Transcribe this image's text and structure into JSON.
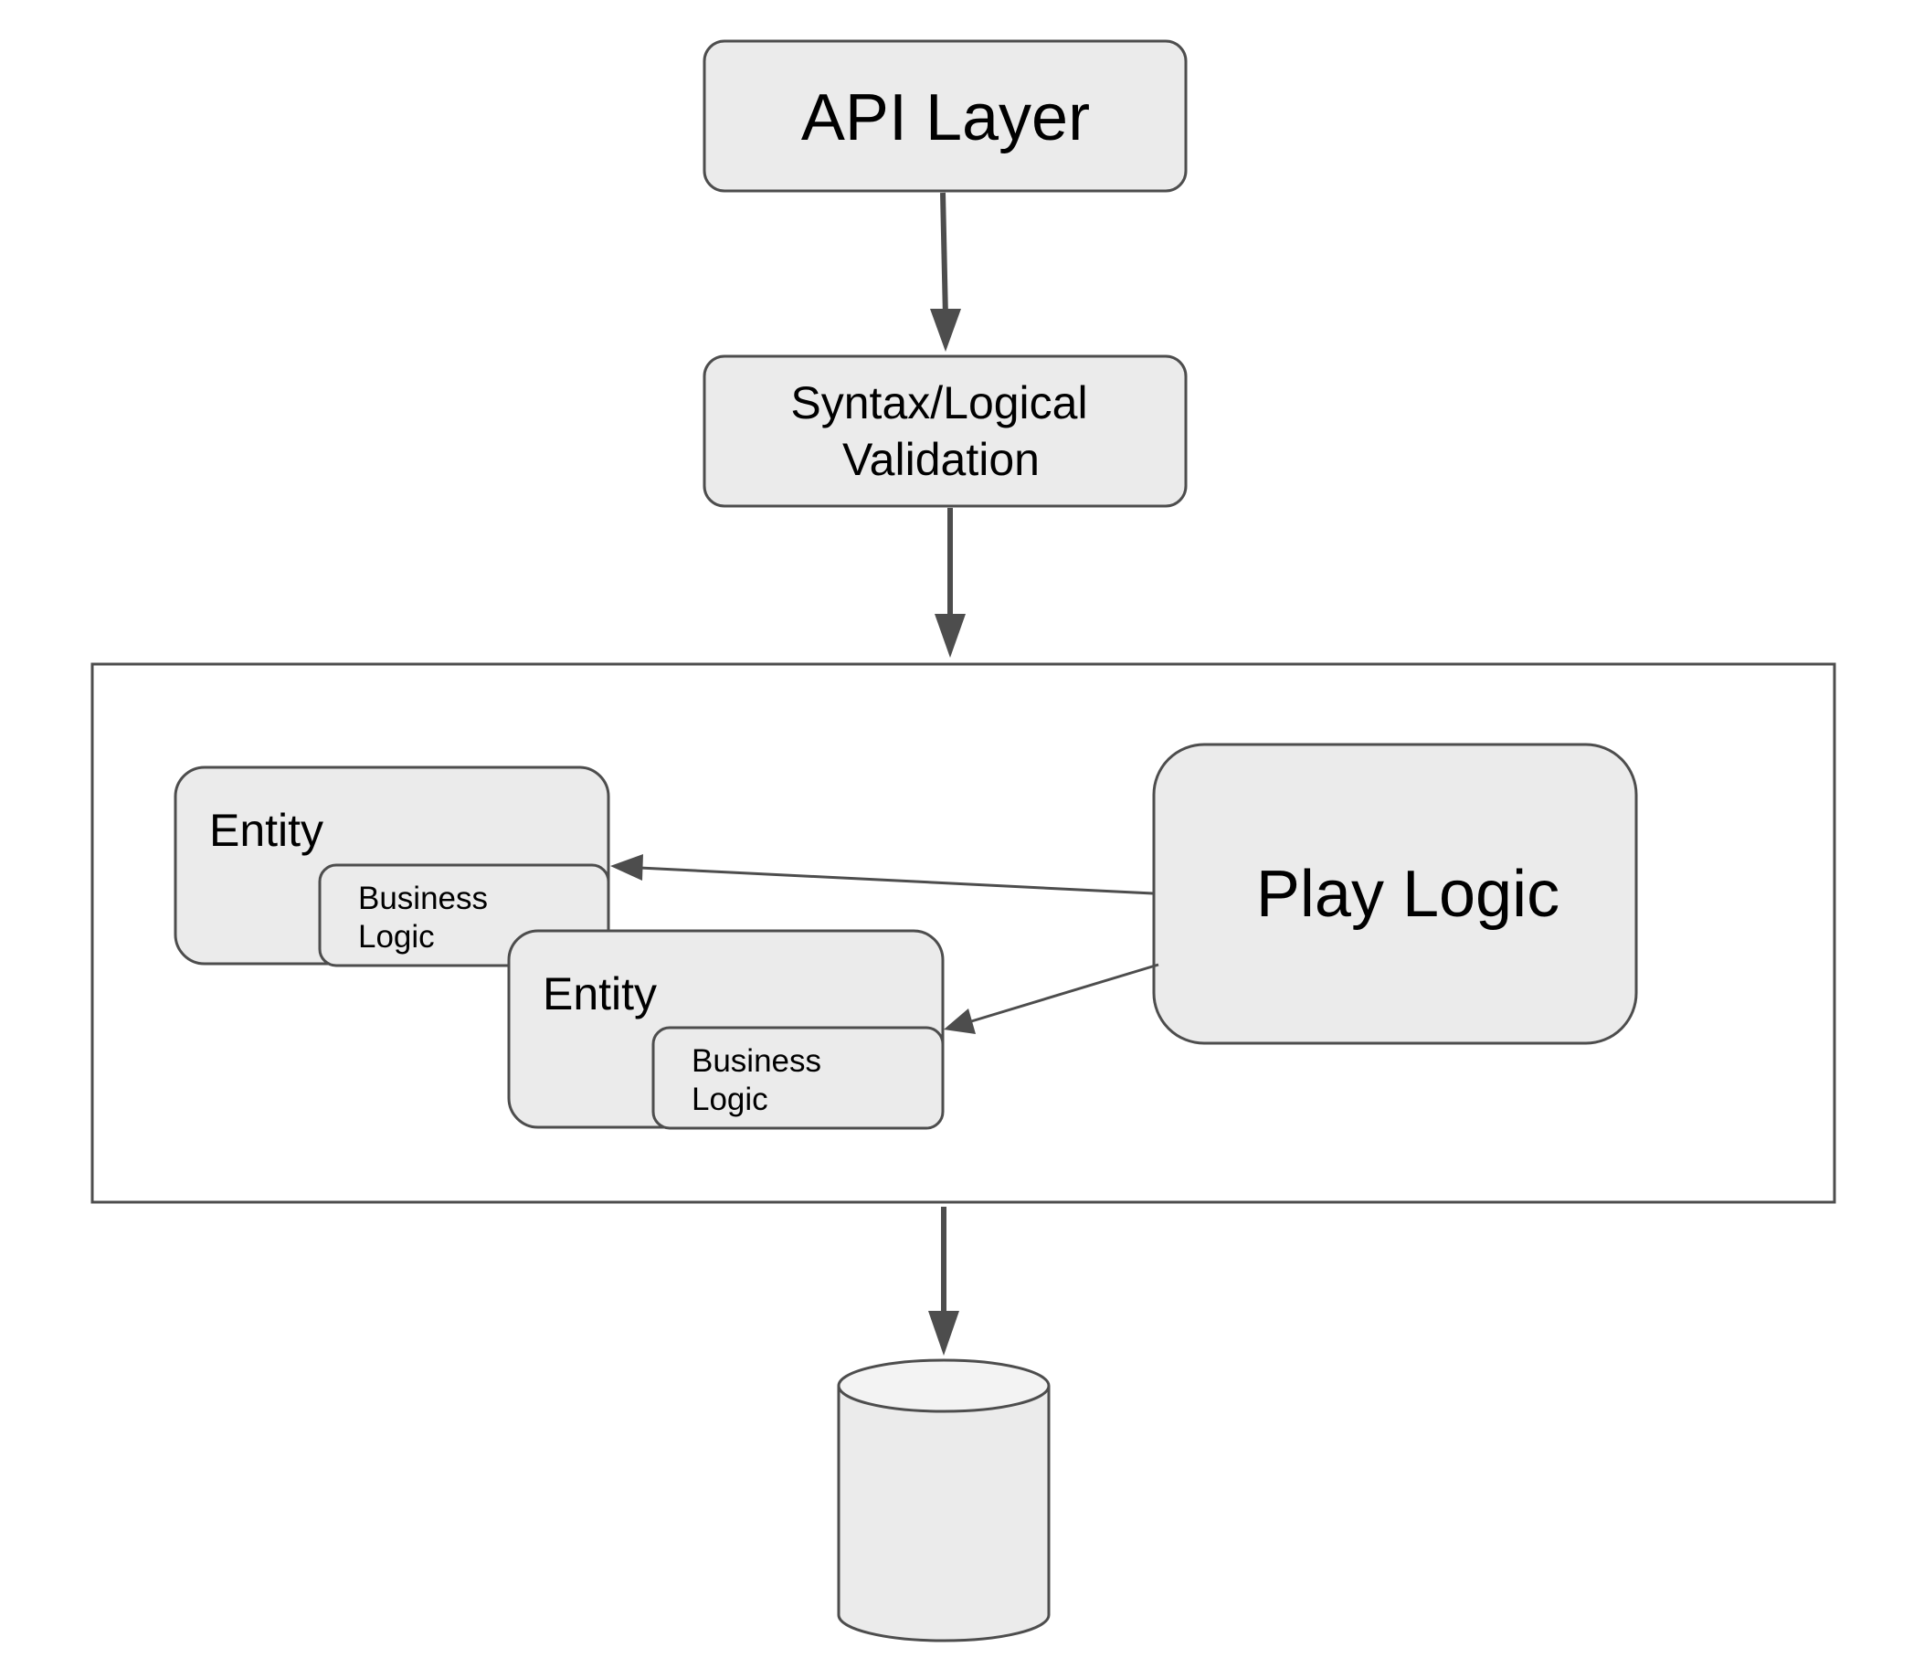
{
  "nodes": {
    "api_layer": "API Layer",
    "validation": [
      "Syntax/Logical",
      "Validation"
    ],
    "entity_1": {
      "title": "Entity",
      "business_logic": [
        "Business",
        "Logic"
      ]
    },
    "entity_2": {
      "title": "Entity",
      "business_logic": [
        "Business",
        "Logic"
      ]
    },
    "play_logic": "Play Logic",
    "database": ""
  },
  "edges": [
    {
      "from": "API Layer",
      "to": "Syntax/Logical Validation"
    },
    {
      "from": "Syntax/Logical Validation",
      "to": "domain-container"
    },
    {
      "from": "Play Logic",
      "to": "Entity (1)"
    },
    {
      "from": "Play Logic",
      "to": "Entity (2)"
    },
    {
      "from": "domain-container",
      "to": "database"
    }
  ],
  "colors": {
    "box_fill": "#ebebeb",
    "stroke": "#4d4d4d",
    "cylinder_top": "#f3f3f3",
    "text": "#000000"
  }
}
